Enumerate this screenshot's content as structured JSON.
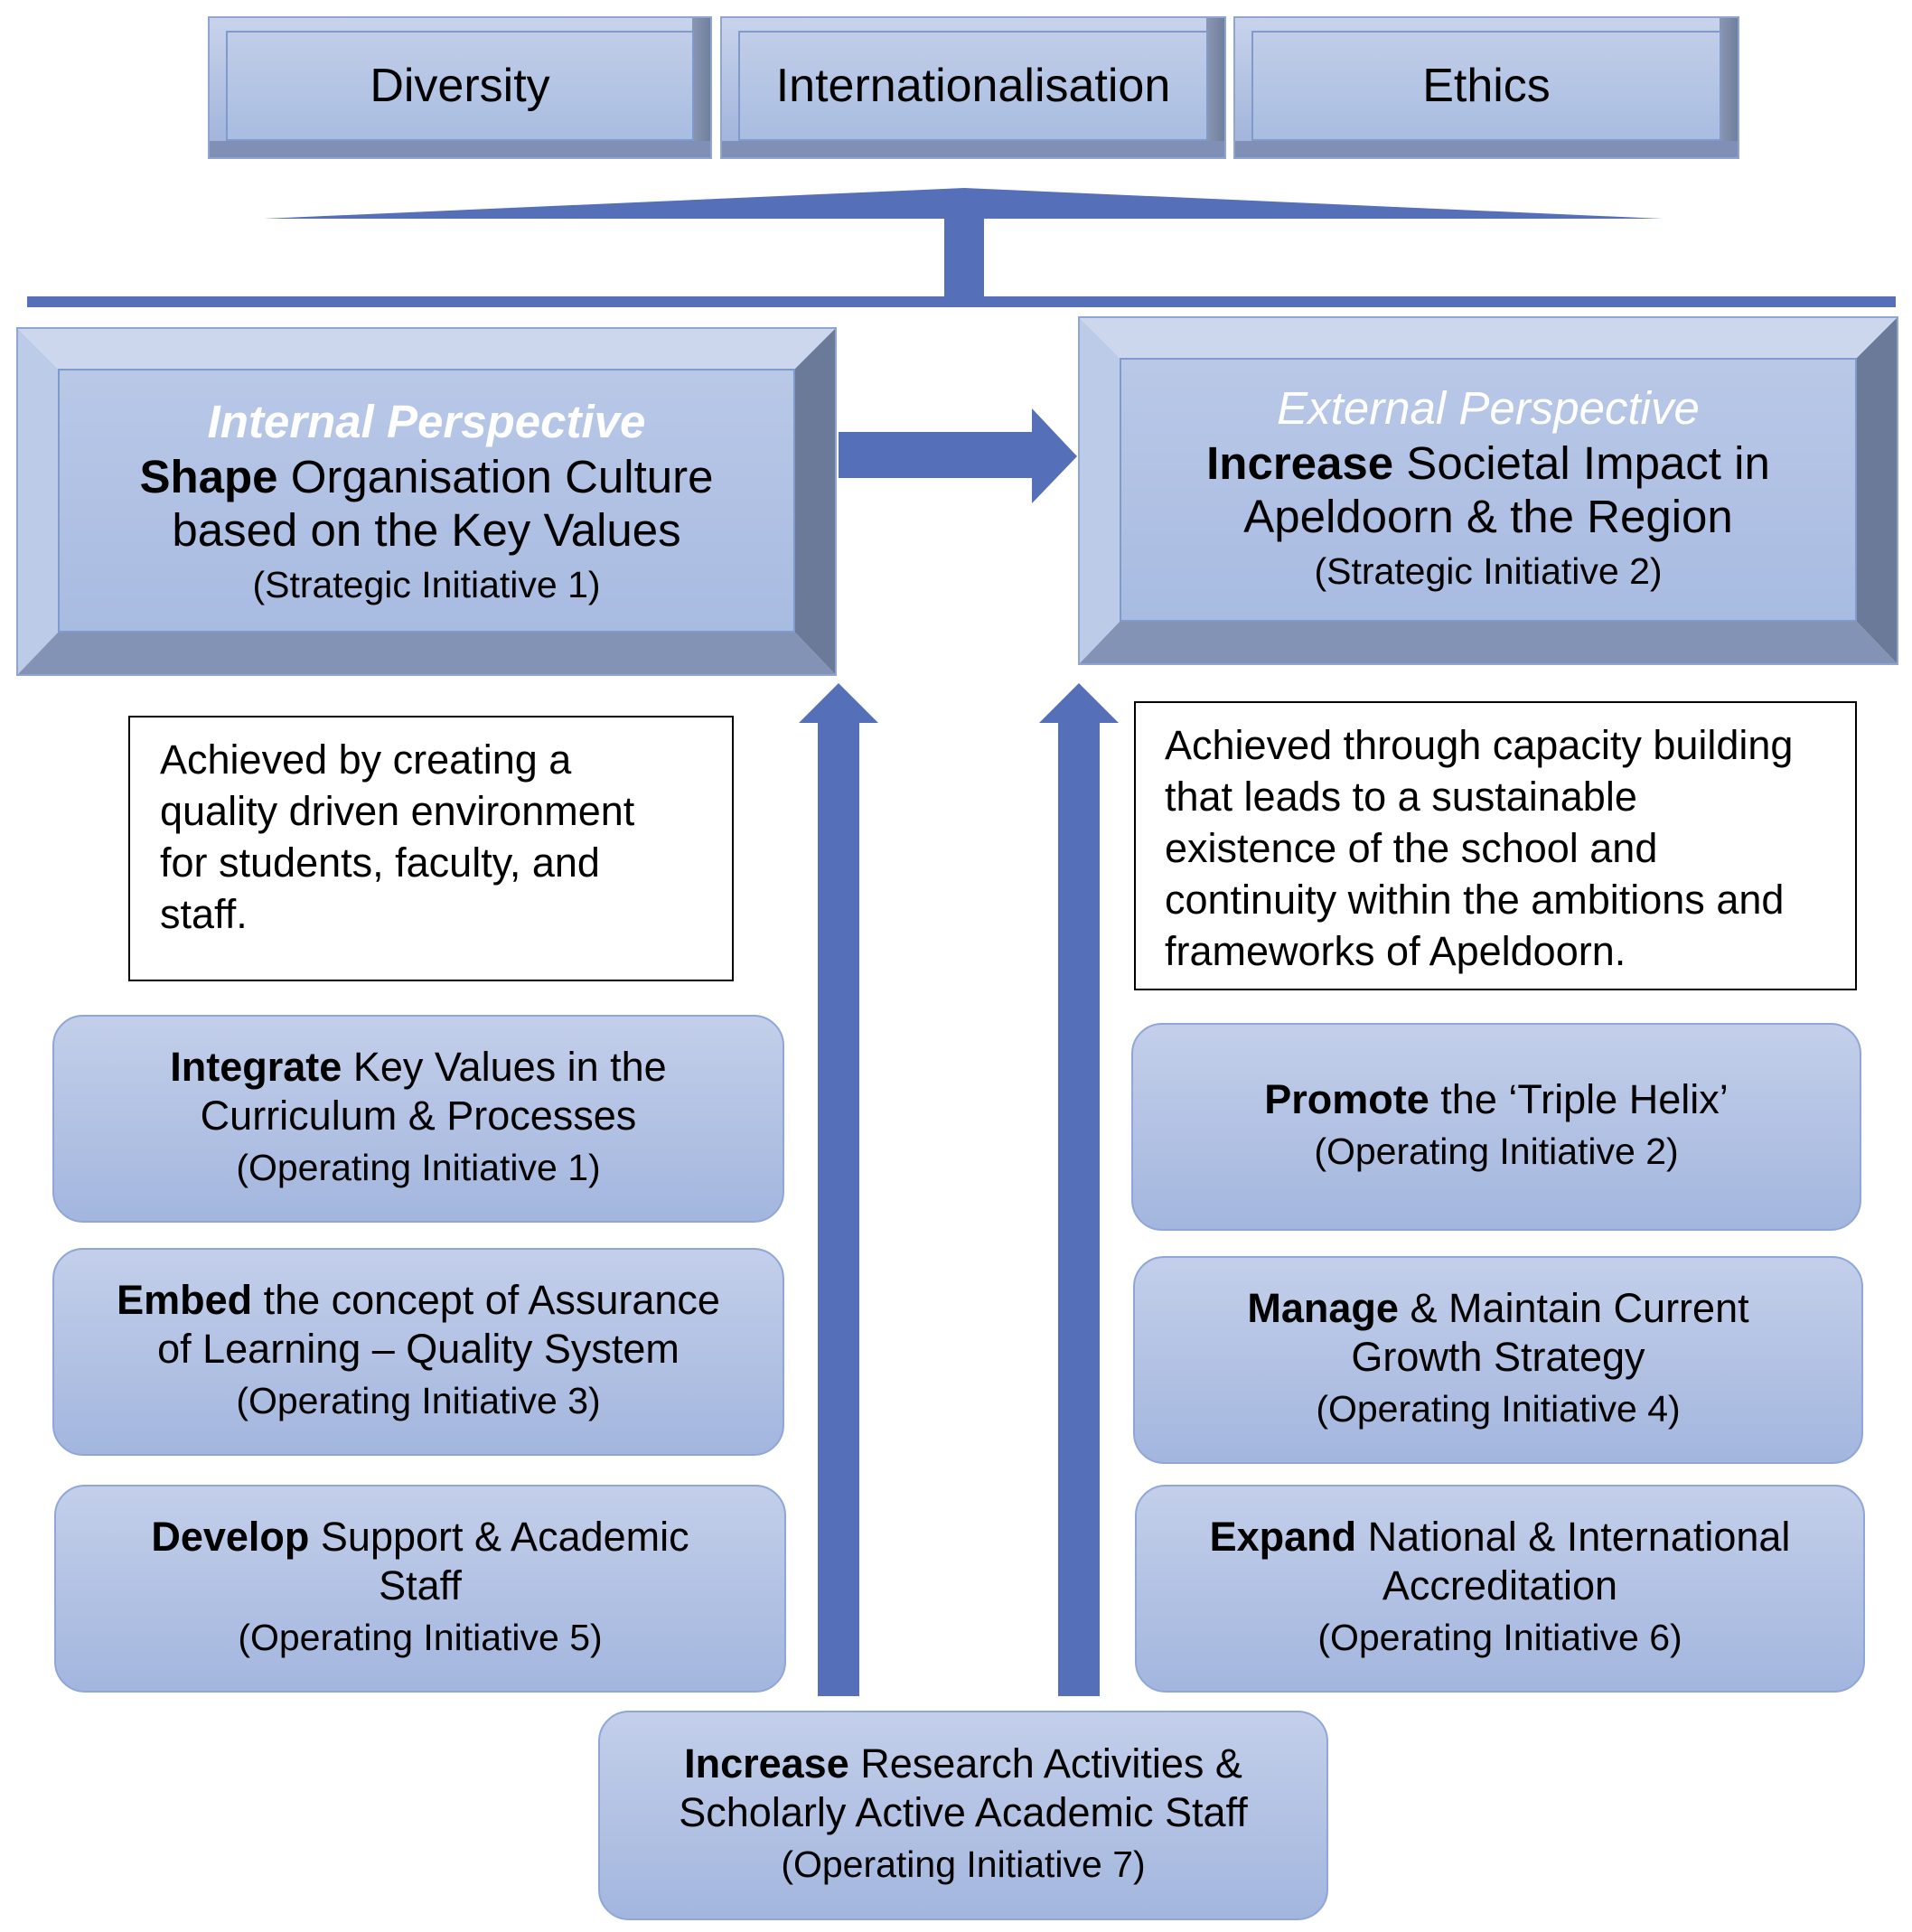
{
  "values": [
    "Diversity",
    "Internationalisation",
    "Ethics"
  ],
  "strategic": [
    {
      "perspective": "Internal Perspective",
      "verb": "Shape",
      "line1": " Organisation Culture",
      "line2": "based on the Key Values",
      "initiative": "(Strategic Initiative 1)"
    },
    {
      "perspective": "External Perspective",
      "verb": "Increase",
      "line1": " Societal Impact in",
      "line2": "Apeldoorn & the Region",
      "initiative": "(Strategic Initiative 2)"
    }
  ],
  "notes": {
    "left": [
      "Achieved by creating a",
      "quality driven environment",
      "for students, faculty, and",
      "staff."
    ],
    "right": [
      "Achieved through capacity building",
      "that leads to a sustainable",
      "existence of the school and",
      "continuity within the ambitions and",
      "frameworks of Apeldoorn."
    ]
  },
  "operating": {
    "oi1": {
      "verb": "Integrate",
      "line1": " Key Values in the",
      "line2": "Curriculum & Processes",
      "initiative": "(Operating Initiative 1)"
    },
    "oi3": {
      "verb": "Embed",
      "line1": " the concept of Assurance",
      "line2": "of Learning – Quality System",
      "initiative": "(Operating Initiative 3)"
    },
    "oi5": {
      "verb": "Develop",
      "line1": " Support & Academic",
      "line2": "Staff",
      "initiative": "(Operating Initiative 5)"
    },
    "oi2": {
      "verb": "Promote",
      "line1": " the ‘Triple Helix’",
      "initiative": "(Operating Initiative 2)"
    },
    "oi4": {
      "verb": "Manage",
      "line1": " & Maintain Current",
      "line2": "Growth Strategy",
      "initiative": "(Operating Initiative 4)"
    },
    "oi6": {
      "verb": "Expand",
      "line1": " National & International",
      "line2": "Accreditation",
      "initiative": "(Operating Initiative 6)"
    },
    "oi7": {
      "verb": "Increase",
      "line1": " Research Activities &",
      "line2": "Scholarly Active Academic Staff",
      "initiative": "(Operating Initiative 7)"
    }
  },
  "colors": {
    "connector": "#5570b8",
    "box_fill": "#b3c3e5",
    "bevel_dark": "#6f7f9c",
    "bevel_light": "#cfd9ef"
  }
}
